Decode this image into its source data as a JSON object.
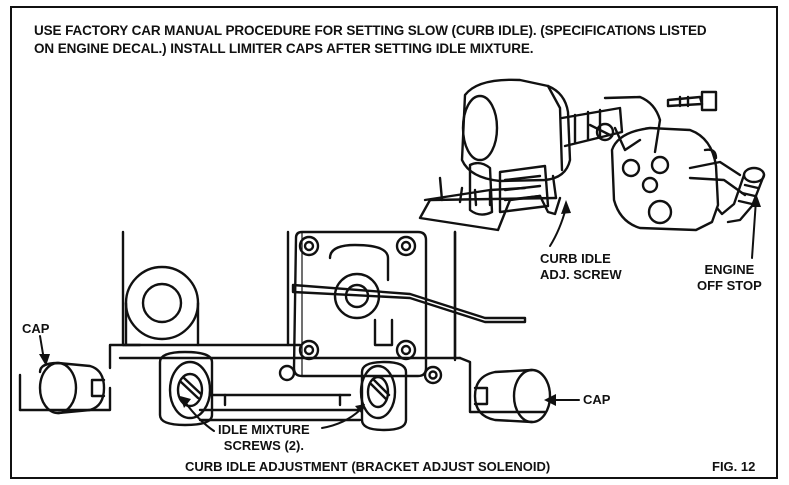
{
  "instructions": {
    "line1": "USE FACTORY CAR MANUAL PROCEDURE FOR SETTING SLOW (CURB IDLE). (SPECIFICATIONS LISTED",
    "line2": "ON ENGINE DECAL.) INSTALL LIMITER CAPS AFTER SETTING IDLE MIXTURE."
  },
  "labels": {
    "curb_idle_line1": "CURB IDLE",
    "curb_idle_line2": "ADJ. SCREW",
    "engine_stop_line1": "ENGINE",
    "engine_stop_line2": "OFF STOP",
    "cap_left": "CAP",
    "cap_right": "CAP",
    "idle_mixture_line1": "IDLE MIXTURE",
    "idle_mixture_line2": "SCREWS (2)."
  },
  "caption": "CURB IDLE ADJUSTMENT (BRACKET ADJUST SOLENOID)",
  "figure_number": "FIG. 12"
}
